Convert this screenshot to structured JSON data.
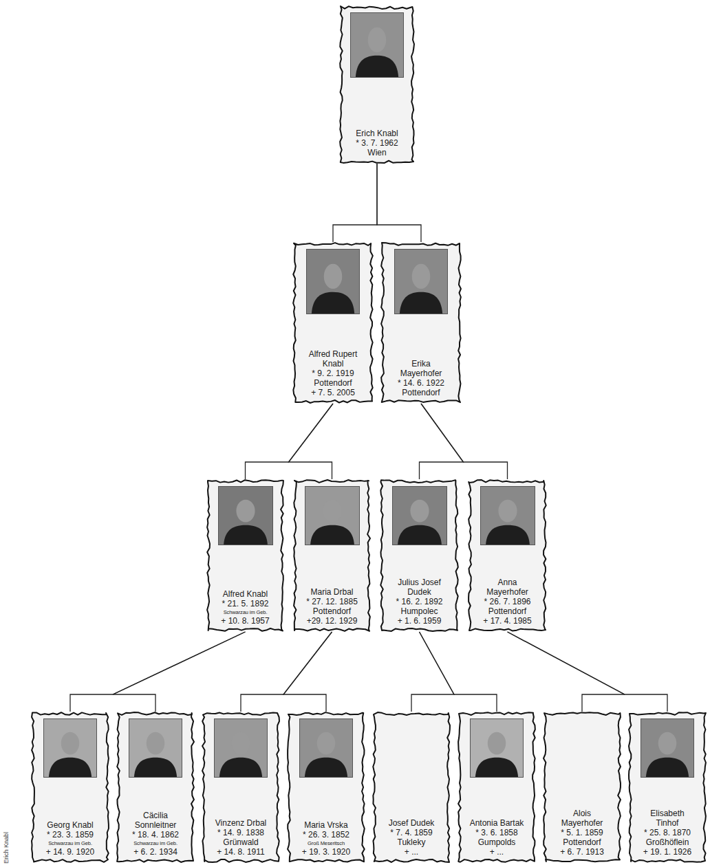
{
  "diagram": {
    "nodes": [
      {
        "text": [
          "Erich Knabl",
          "* 3. 7. 1962",
          "Wien"
        ]
      },
      {
        "text": [
          "Alfred Rupert Knabl",
          "* 9. 2. 1919",
          "Pottendorf",
          "+ 7. 5. 2005"
        ]
      },
      {
        "text": [
          "Erika Mayerhofer",
          "* 14. 6. 1922",
          "Pottendorf"
        ]
      },
      {
        "text": [
          "Alfred Knabl",
          "* 21. 5. 1892",
          "Schwarzau im Geb.",
          "+ 10. 8. 1957"
        ]
      },
      {
        "text": [
          "Maria Drbal",
          "* 27. 12. 1885",
          "Pottendorf",
          "+29. 12. 1929"
        ]
      },
      {
        "text": [
          "Julius Josef Dudek",
          "* 16. 2. 1892",
          "Humpolec",
          "+ 1. 6. 1959"
        ]
      },
      {
        "text": [
          "Anna Mayerhofer",
          "* 26. 7. 1896",
          "Pottendorf",
          "+ 17. 4. 1985"
        ]
      },
      {
        "text": [
          "Georg Knabl",
          "* 23. 3. 1859",
          "Schwarzau im Geb.",
          "+ 14. 9. 1920"
        ]
      },
      {
        "text": [
          "Cäcilia Sonnleitner",
          "* 18. 4. 1862",
          "Schwarzau im Geb.",
          "+ 6. 2. 1934"
        ]
      },
      {
        "text": [
          "Vinzenz Drbal",
          "* 14. 9. 1838",
          "Grünwald",
          "+ 14. 8. 1911"
        ]
      },
      {
        "text": [
          "Maria Vrska",
          "* 26. 3. 1852",
          "Groß Meseritsch",
          "+ 19. 3. 1920"
        ]
      },
      {
        "text": [
          "Josef Dudek",
          "* 7. 4. 1859",
          "Tukleky",
          "+ ..."
        ]
      },
      {
        "text": [
          "Antonia Bartak",
          "* 3. 6. 1858",
          "Gumpolds",
          "+ ..."
        ]
      },
      {
        "text": [
          "Alois Mayerhofer",
          "* 5. 1. 1859",
          "Pottendorf",
          "+ 6. 7. 1913"
        ]
      },
      {
        "text": [
          "Elisabeth Tinhof",
          "* 25. 8. 1870",
          "Großhöflein",
          "+ 19. 1. 1926"
        ]
      }
    ],
    "edges": [
      {
        "from": 0,
        "to": 1,
        "arrow": "none"
      },
      {
        "from": 0,
        "to": 2,
        "arrow": "none"
      },
      {
        "from": 1,
        "to": 3,
        "arrow": "none"
      },
      {
        "from": 1,
        "to": 4,
        "arrow": "none"
      },
      {
        "from": 2,
        "to": 5,
        "arrow": "none"
      },
      {
        "from": 2,
        "to": 6,
        "arrow": "none"
      },
      {
        "from": 3,
        "to": 7,
        "arrow": "none"
      },
      {
        "from": 3,
        "to": 8,
        "arrow": "none"
      },
      {
        "from": 4,
        "to": 9,
        "arrow": "none"
      },
      {
        "from": 4,
        "to": 10,
        "arrow": "none"
      },
      {
        "from": 5,
        "to": 11,
        "arrow": "none"
      },
      {
        "from": 5,
        "to": 12,
        "arrow": "none"
      },
      {
        "from": 6,
        "to": 13,
        "arrow": "none"
      },
      {
        "from": 6,
        "to": 14,
        "arrow": "none"
      }
    ],
    "labels": [
      "Erich Knabl"
    ]
  }
}
